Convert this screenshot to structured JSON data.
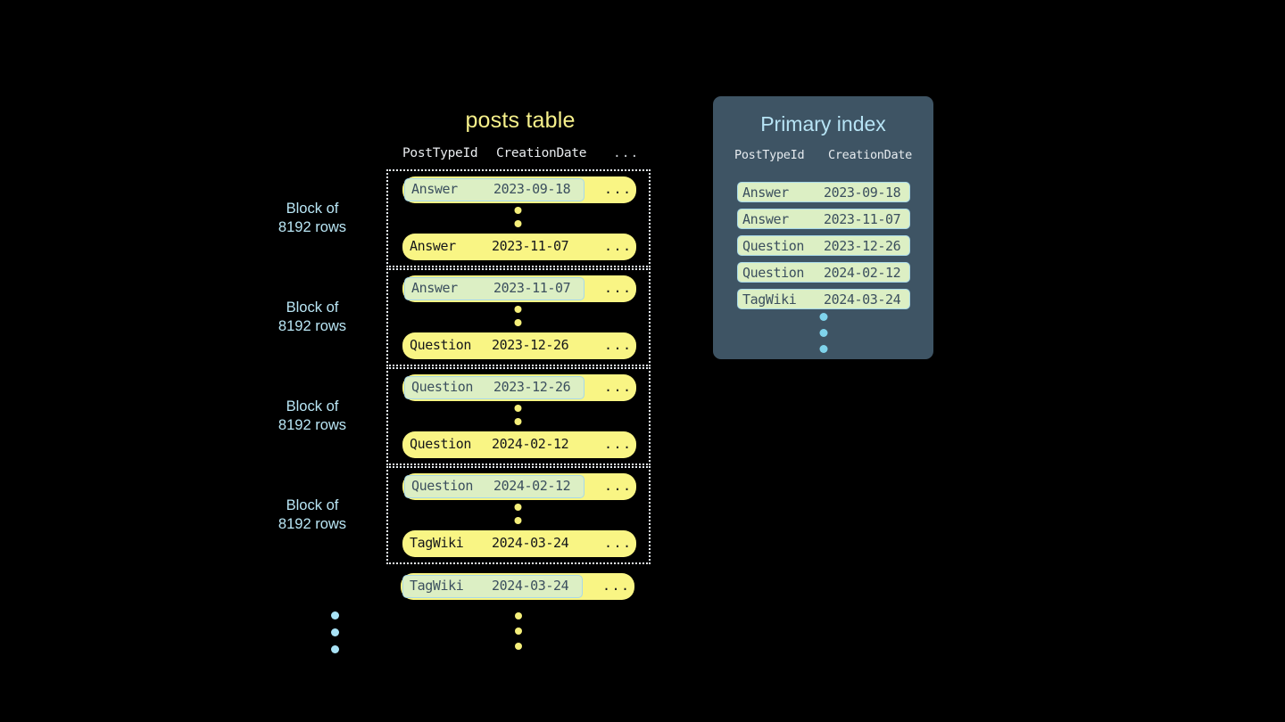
{
  "posts_table": {
    "title": "posts table",
    "columns": {
      "post_type_id": "PostTypeId",
      "creation_date": "CreationDate",
      "more": "..."
    },
    "block_label": "Block of\n8192 rows",
    "block_label_line1": "Block of",
    "block_label_line2": "8192 rows",
    "row_more": "...",
    "blocks": [
      {
        "label_line1": "Block of",
        "label_line2": "8192 rows",
        "first_row": {
          "post_type_id": "Answer",
          "creation_date": "2023-09-18",
          "more": "...",
          "highlighted": true
        },
        "last_row": {
          "post_type_id": "Answer",
          "creation_date": "2023-11-07",
          "more": "...",
          "highlighted": false
        }
      },
      {
        "label_line1": "Block of",
        "label_line2": "8192 rows",
        "first_row": {
          "post_type_id": "Answer",
          "creation_date": "2023-11-07",
          "more": "...",
          "highlighted": true
        },
        "last_row": {
          "post_type_id": "Question",
          "creation_date": "2023-12-26",
          "more": "...",
          "highlighted": false
        }
      },
      {
        "label_line1": "Block of",
        "label_line2": "8192 rows",
        "first_row": {
          "post_type_id": "Question",
          "creation_date": "2023-12-26",
          "more": "...",
          "highlighted": true
        },
        "last_row": {
          "post_type_id": "Question",
          "creation_date": "2024-02-12",
          "more": "...",
          "highlighted": false
        }
      },
      {
        "label_line1": "Block of",
        "label_line2": "8192 rows",
        "first_row": {
          "post_type_id": "Question",
          "creation_date": "2024-02-12",
          "more": "...",
          "highlighted": true
        },
        "last_row": {
          "post_type_id": "TagWiki",
          "creation_date": "2024-03-24",
          "more": "...",
          "highlighted": false
        }
      }
    ],
    "trailing_row": {
      "post_type_id": "TagWiki",
      "creation_date": "2024-03-24",
      "more": "...",
      "highlighted": true
    }
  },
  "primary_index": {
    "title": "Primary index",
    "columns": {
      "post_type_id": "PostTypeId",
      "creation_date": "CreationDate"
    },
    "rows": [
      {
        "post_type_id": "Answer",
        "creation_date": "2023-09-18"
      },
      {
        "post_type_id": "Answer",
        "creation_date": "2023-11-07"
      },
      {
        "post_type_id": "Question",
        "creation_date": "2023-12-26"
      },
      {
        "post_type_id": "Question",
        "creation_date": "2024-02-12"
      },
      {
        "post_type_id": "TagWiki",
        "creation_date": "2024-03-24"
      }
    ]
  },
  "colors": {
    "background": "#000000",
    "table_title": "#f6f08a",
    "row_yellow": "#f9f584",
    "chip_green": "#dcefc4",
    "chip_border_blue": "#a8d8e8",
    "block_border": "#e8eef3",
    "label_blue": "#b9e6f5",
    "panel_bg": "#3e5464",
    "panel_title": "#b7e4f5",
    "dot_yellow": "#f5ef7a",
    "dot_blue": "#a9e3f6"
  }
}
